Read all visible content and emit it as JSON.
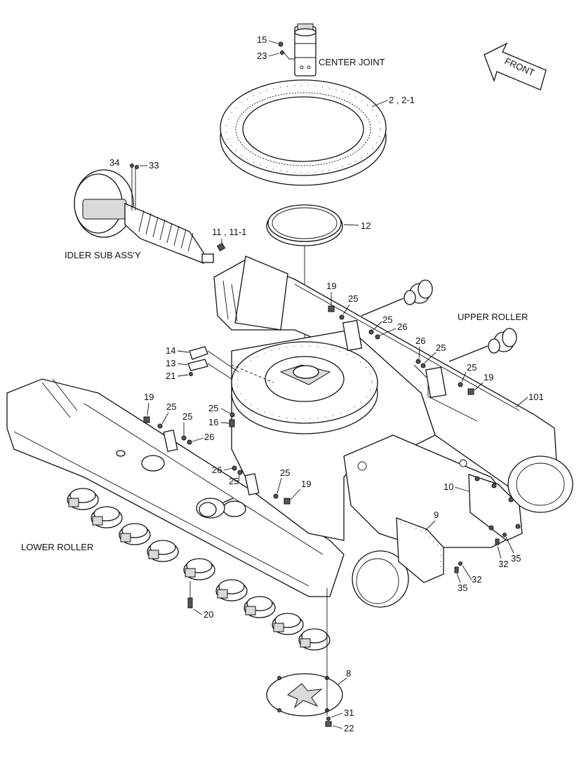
{
  "assembly_labels": {
    "center_joint": "CENTER JOINT",
    "front": "FRONT",
    "idler_sub_assy": "IDLER SUB ASS'Y",
    "upper_roller": "UPPER ROLLER",
    "lower_roller": "LOWER ROLLER"
  },
  "callouts": {
    "c15": "15",
    "c23": "23",
    "c2": "2 , 2-1",
    "c34": "34",
    "c33": "33",
    "c11": "11 , 11-1",
    "c12": "12",
    "c19a": "19",
    "c25a": "25",
    "c25b": "25",
    "c26a": "26",
    "c26b": "26",
    "c25c": "25",
    "c25d": "25",
    "c19b": "19",
    "c101": "101",
    "c14": "14",
    "c13": "13",
    "c21": "21",
    "c19c": "19",
    "c25e": "25",
    "c25f": "25",
    "c25g": "25",
    "c16": "16",
    "c26c": "26",
    "c26d": "26",
    "c25h": "25",
    "c25i": "25",
    "c19d": "19",
    "c10": "10",
    "c9": "9",
    "c32a": "32",
    "c35a": "35",
    "c32b": "32",
    "c35b": "35",
    "c20": "20",
    "c8": "8",
    "c31": "31",
    "c22": "22"
  }
}
